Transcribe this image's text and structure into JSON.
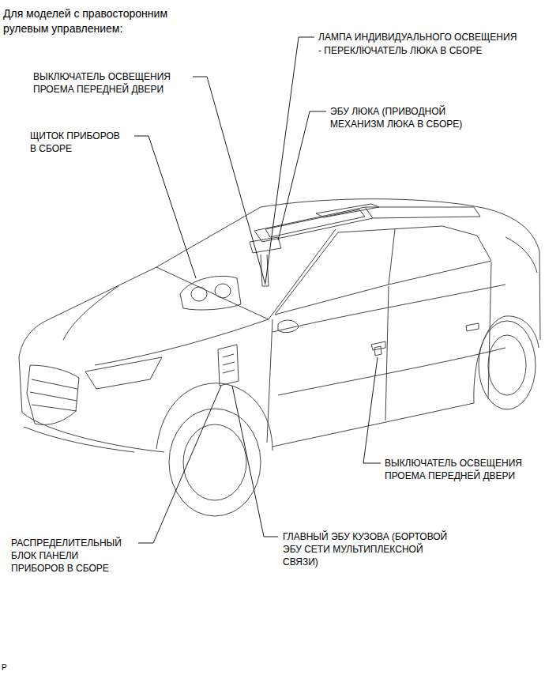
{
  "diagram": {
    "title": "Для моделей с правосторонним рулевым управлением:",
    "labels": [
      "ЛАМПА ИНДИВИДУАЛЬНОГО ОСВЕЩЕНИЯ - ПЕРЕКЛЮЧАТЕЛЬ ЛЮКА В СБОРЕ",
      "ВЫКЛЮЧАТЕЛЬ ОСВЕЩЕНИЯ ПРОЕМА ПЕРЕДНЕЙ ДВЕРИ",
      "ЭБУ ЛЮКА (ПРИВОДНОЙ МЕХАНИЗМ ЛЮКА В СБОРЕ)",
      "ЩИТОК ПРИБОРОВ В СБОРЕ",
      "ВЫКЛЮЧАТЕЛЬ ОСВЕЩЕНИЯ ПРОЕМА ПЕРЕДНЕЙ ДВЕРИ",
      "РАСПРЕДЕЛИТЕЛЬНЫЙ БЛОК ПАНЕЛИ ПРИБОРОВ В СБОРЕ",
      "ГЛАВНЫЙ ЭБУ КУЗОВА (БОРТОВОЙ ЭБУ СЕТИ МУЛЬТИПЛЕКСНОЙ СВЯЗИ)",
      "P"
    ]
  }
}
